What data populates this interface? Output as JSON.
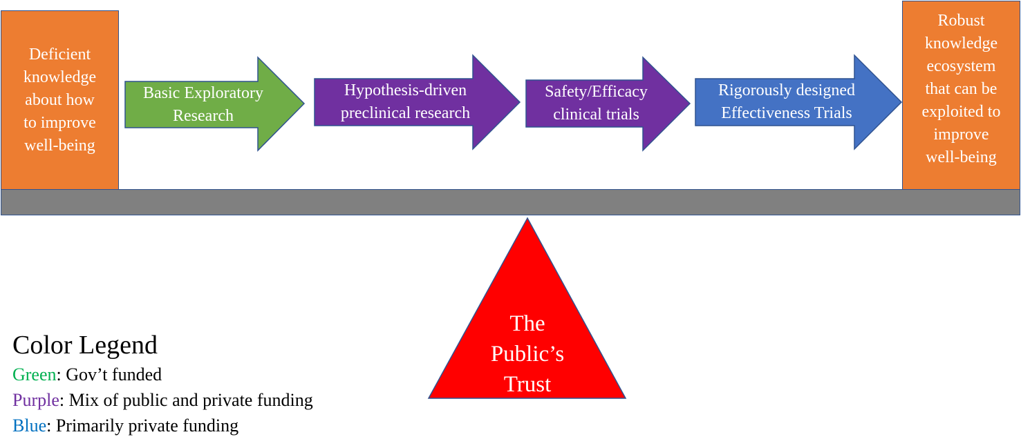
{
  "colors": {
    "orange": "#ed7d31",
    "green": "#70ad47",
    "purple": "#7030a0",
    "blue": "#4472c4",
    "gray": "#808080",
    "red": "#ff0000",
    "outline": "#2f528f",
    "legend_green": "#00b050",
    "legend_purple": "#7030a0",
    "legend_blue": "#0070c0"
  },
  "start_box": {
    "lines": [
      "Deficient",
      "knowledge",
      "about how",
      "to improve",
      "well-being"
    ]
  },
  "end_box": {
    "lines": [
      "Robust",
      "knowledge",
      "ecosystem",
      "that can be",
      "exploited to",
      "improve",
      "well-being"
    ]
  },
  "stages": [
    {
      "lines": [
        "Basic Exploratory",
        "Research"
      ],
      "color": "#70ad47"
    },
    {
      "lines": [
        "Hypothesis-driven",
        "preclinical research"
      ],
      "color": "#7030a0"
    },
    {
      "lines": [
        "Safety/Efficacy",
        "clinical trials"
      ],
      "color": "#7030a0"
    },
    {
      "lines": [
        "Rigorously designed",
        "Effectiveness Trials"
      ],
      "color": "#4472c4"
    }
  ],
  "fulcrum": {
    "lines": [
      "The",
      "Public’s",
      "Trust"
    ]
  },
  "legend": {
    "title": "Color Legend",
    "items": [
      {
        "key": "Green",
        "text": ": Gov’t funded",
        "color": "#00b050"
      },
      {
        "key": "Purple",
        "text": ": Mix of public and private funding",
        "color": "#7030a0"
      },
      {
        "key": "Blue",
        "text": ": Primarily private funding",
        "color": "#0070c0"
      }
    ]
  }
}
